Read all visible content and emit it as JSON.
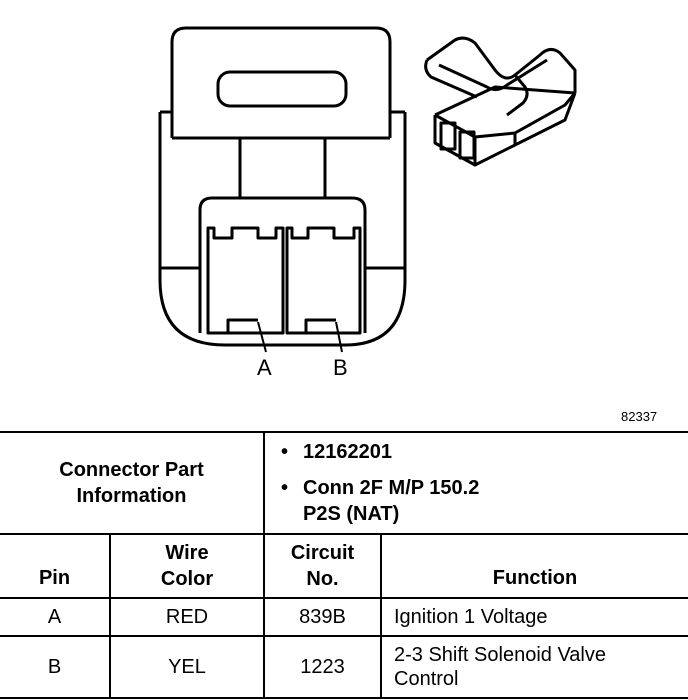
{
  "diagram": {
    "pin_labels": [
      "A",
      "B"
    ],
    "figure_id": "82337"
  },
  "connector_info": {
    "heading_line1": "Connector Part",
    "heading_line2": "Information",
    "items": [
      {
        "text": "12162201"
      },
      {
        "text": "Conn 2F M/P 150.2",
        "text2": "P2S (NAT)"
      }
    ]
  },
  "columns": {
    "pin": "Pin",
    "wire_color_1": "Wire",
    "wire_color_2": "Color",
    "circuit_1": "Circuit",
    "circuit_2": "No.",
    "function": "Function"
  },
  "rows": [
    {
      "pin": "A",
      "color": "RED",
      "circuit": "839B",
      "function_1": "Ignition 1 Voltage",
      "function_2": ""
    },
    {
      "pin": "B",
      "color": "YEL",
      "circuit": "1223",
      "function_1": "2-3 Shift Solenoid Valve",
      "function_2": "Control"
    }
  ],
  "bullet": "•"
}
